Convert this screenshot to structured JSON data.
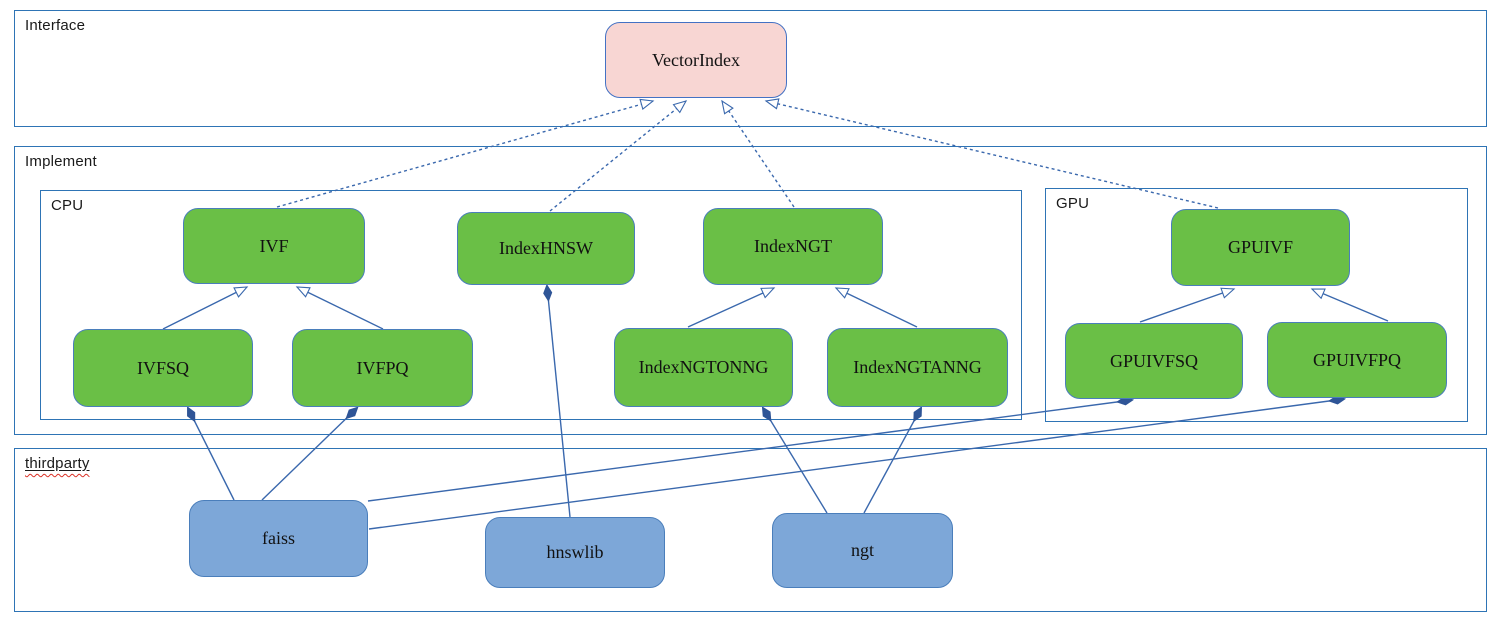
{
  "diagram": {
    "containers": {
      "interface": {
        "label": "Interface"
      },
      "implement": {
        "label": "Implement"
      },
      "cpu": {
        "label": "CPU"
      },
      "gpu": {
        "label": "GPU"
      },
      "thirdparty": {
        "label": "thirdparty"
      }
    },
    "nodes": {
      "vectorindex": {
        "label": "VectorIndex",
        "group": "interface"
      },
      "ivf": {
        "label": "IVF",
        "group": "cpu"
      },
      "indexhnsw": {
        "label": "IndexHNSW",
        "group": "cpu"
      },
      "indexngt": {
        "label": "IndexNGT",
        "group": "cpu"
      },
      "gpuivf": {
        "label": "GPUIVF",
        "group": "gpu"
      },
      "ivfsq": {
        "label": "IVFSQ",
        "group": "cpu"
      },
      "ivfpq": {
        "label": "IVFPQ",
        "group": "cpu"
      },
      "indexngtonng": {
        "label": "IndexNGTONNG",
        "group": "cpu"
      },
      "indexngtanng": {
        "label": "IndexNGTANNG",
        "group": "cpu"
      },
      "gpuivfsq": {
        "label": "GPUIVFSQ",
        "group": "gpu"
      },
      "gpuivfpq": {
        "label": "GPUIVFPQ",
        "group": "gpu"
      },
      "faiss": {
        "label": "faiss",
        "group": "thirdparty"
      },
      "hnswlib": {
        "label": "hnswlib",
        "group": "thirdparty"
      },
      "ngt": {
        "label": "ngt",
        "group": "thirdparty"
      }
    },
    "edges": [
      {
        "from": "ivf",
        "to": "vectorindex",
        "type": "realization"
      },
      {
        "from": "indexhnsw",
        "to": "vectorindex",
        "type": "realization"
      },
      {
        "from": "indexngt",
        "to": "vectorindex",
        "type": "realization"
      },
      {
        "from": "gpuivf",
        "to": "vectorindex",
        "type": "realization"
      },
      {
        "from": "ivfsq",
        "to": "ivf",
        "type": "generalization"
      },
      {
        "from": "ivfpq",
        "to": "ivf",
        "type": "generalization"
      },
      {
        "from": "indexngtonng",
        "to": "indexngt",
        "type": "generalization"
      },
      {
        "from": "indexngtanng",
        "to": "indexngt",
        "type": "generalization"
      },
      {
        "from": "gpuivfsq",
        "to": "gpuivf",
        "type": "generalization"
      },
      {
        "from": "gpuivfpq",
        "to": "gpuivf",
        "type": "generalization"
      },
      {
        "from": "indexhnsw",
        "to": "hnswlib",
        "type": "composition"
      },
      {
        "from": "ivfsq",
        "to": "faiss",
        "type": "composition"
      },
      {
        "from": "ivfpq",
        "to": "faiss",
        "type": "composition"
      },
      {
        "from": "indexngtonng",
        "to": "ngt",
        "type": "composition"
      },
      {
        "from": "indexngtanng",
        "to": "ngt",
        "type": "composition"
      },
      {
        "from": "gpuivfsq",
        "to": "faiss",
        "type": "composition"
      },
      {
        "from": "gpuivfpq",
        "to": "faiss",
        "type": "composition"
      }
    ],
    "colors": {
      "container_border": "#2e74b5",
      "node_border": "#4a7ebb",
      "interface_node_fill": "#f8d6d3",
      "interface_node_border": "#4472c4",
      "implement_node_fill": "#6abf46",
      "thirdparty_node_fill": "#7da7d8",
      "edge": "#3a68ad",
      "diamond_fill": "#2f5597",
      "spellcheck_underline": "#d93025"
    }
  }
}
